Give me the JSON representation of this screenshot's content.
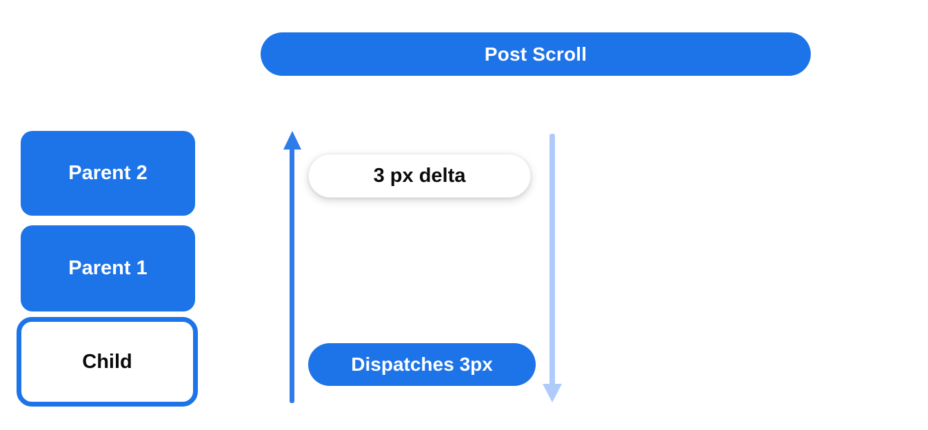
{
  "banner": {
    "label": "Post Scroll"
  },
  "stack": {
    "boxes": [
      {
        "label": "Parent 2",
        "variant": "filled"
      },
      {
        "label": "Parent 1",
        "variant": "filled"
      },
      {
        "label": "Child",
        "variant": "outlined"
      }
    ]
  },
  "flow": {
    "up_label": "3 px delta",
    "down_label": "Dispatches 3px",
    "icons": {
      "up": "up-arrow-icon",
      "down": "down-arrow-icon"
    }
  },
  "colors": {
    "primary_blue": "#1D73E8",
    "up_arrow_blue": "#2E7BEA",
    "down_arrow_light_blue": "#AECBFA",
    "text_on_blue": "#FFFFFF",
    "text_dark": "#0B0B0B",
    "background": "#FFFFFF"
  }
}
